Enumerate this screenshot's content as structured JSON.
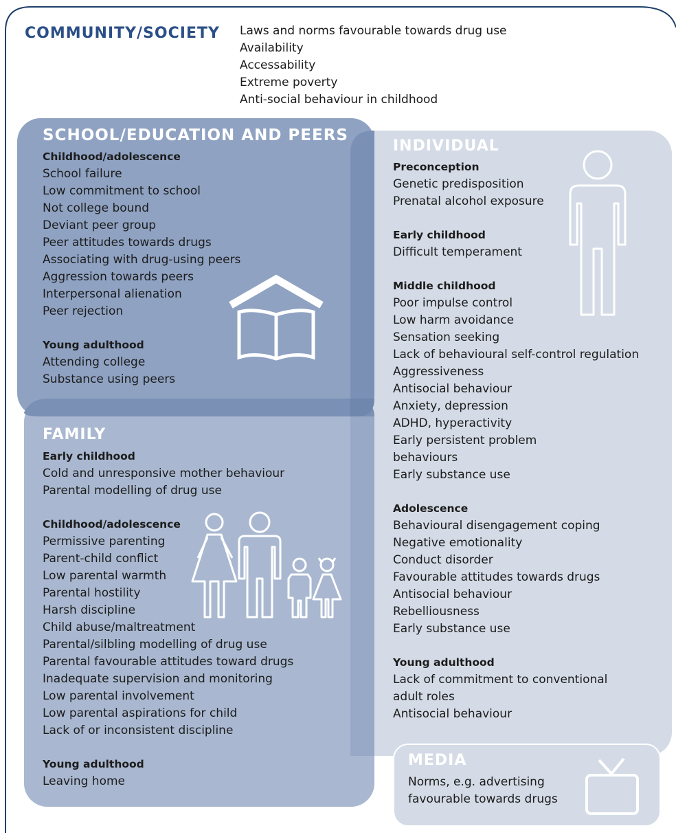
{
  "colors": {
    "frame": "#1f3f6b",
    "title_blue": "#2b4f86",
    "school_box": "#8fa2c2",
    "family_box": "#a9b8d0",
    "individual_box": "#d4dbe6",
    "overlap": "#7a90b5",
    "overlap_dark": "#6f86ad",
    "media_box": "#d4dbe6",
    "white_heading": "#ffffff"
  },
  "community": {
    "title": "COMMUNITY/SOCIETY",
    "items": [
      "Laws and norms favourable towards drug use",
      "Availability",
      "Accessability",
      "Extreme poverty",
      "Anti-social behaviour in childhood"
    ]
  },
  "school": {
    "title": "SCHOOL/EDUCATION AND PEERS",
    "icon": "book-house-icon",
    "groups": [
      {
        "heading": "Childhood/adolescence",
        "items": [
          "School failure",
          "Low commitment to school",
          "Not college bound",
          "Deviant peer group",
          "Peer attitudes towards drugs",
          "Associating with drug-using peers",
          "Aggression towards peers",
          "Interpersonal alienation",
          "Peer rejection"
        ]
      },
      {
        "heading": "Young adulthood",
        "items": [
          "Attending college",
          "Substance using peers"
        ]
      }
    ]
  },
  "family": {
    "title": "FAMILY",
    "icon": "family-icon",
    "groups": [
      {
        "heading": "Early childhood",
        "items": [
          "Cold and unresponsive mother behaviour",
          "Parental modelling of drug use"
        ]
      },
      {
        "heading": "Childhood/adolescence",
        "items": [
          "Permissive parenting",
          "Parent-child conflict",
          "Low parental warmth",
          "Parental hostility",
          "Harsh discipline",
          "Child abuse/maltreatment",
          "Parental/silbling modelling of drug use",
          "Parental favourable attitudes toward drugs",
          "Inadequate supervision and monitoring",
          "Low parental involvement",
          "Low parental aspirations for child",
          "Lack of or inconsistent discipline"
        ]
      },
      {
        "heading": "Young adulthood",
        "items": [
          "Leaving home"
        ]
      }
    ]
  },
  "individual": {
    "title": "INDIVIDUAL",
    "icon": "person-icon",
    "groups": [
      {
        "heading": "Preconception",
        "items": [
          "Genetic predisposition",
          "Prenatal alcohol exposure"
        ]
      },
      {
        "heading": "Early childhood",
        "items": [
          "Difficult temperament"
        ]
      },
      {
        "heading": "Middle childhood",
        "items": [
          "Poor impulse control",
          "Low harm avoidance",
          "Sensation seeking",
          "Lack of behavioural self-control regulation",
          "Aggressiveness",
          "Antisocial behaviour",
          "Anxiety, depression",
          "ADHD, hyperactivity",
          "Early persistent problem",
          "behaviours",
          "Early substance use"
        ]
      },
      {
        "heading": "Adolescence",
        "items": [
          "Behavioural disengagement  coping",
          "Negative emotionality",
          "Conduct disorder",
          "Favourable attitudes towards drugs",
          "Antisocial behaviour",
          "Rebelliousness",
          "Early substance use"
        ]
      },
      {
        "heading": "Young adulthood",
        "items": [
          "Lack of commitment to conventional",
          "adult roles",
          "Antisocial behaviour"
        ]
      }
    ]
  },
  "media": {
    "title": "MEDIA",
    "icon": "tv-icon",
    "items": [
      "Norms, e.g. advertising",
      "favourable towards drugs"
    ]
  }
}
